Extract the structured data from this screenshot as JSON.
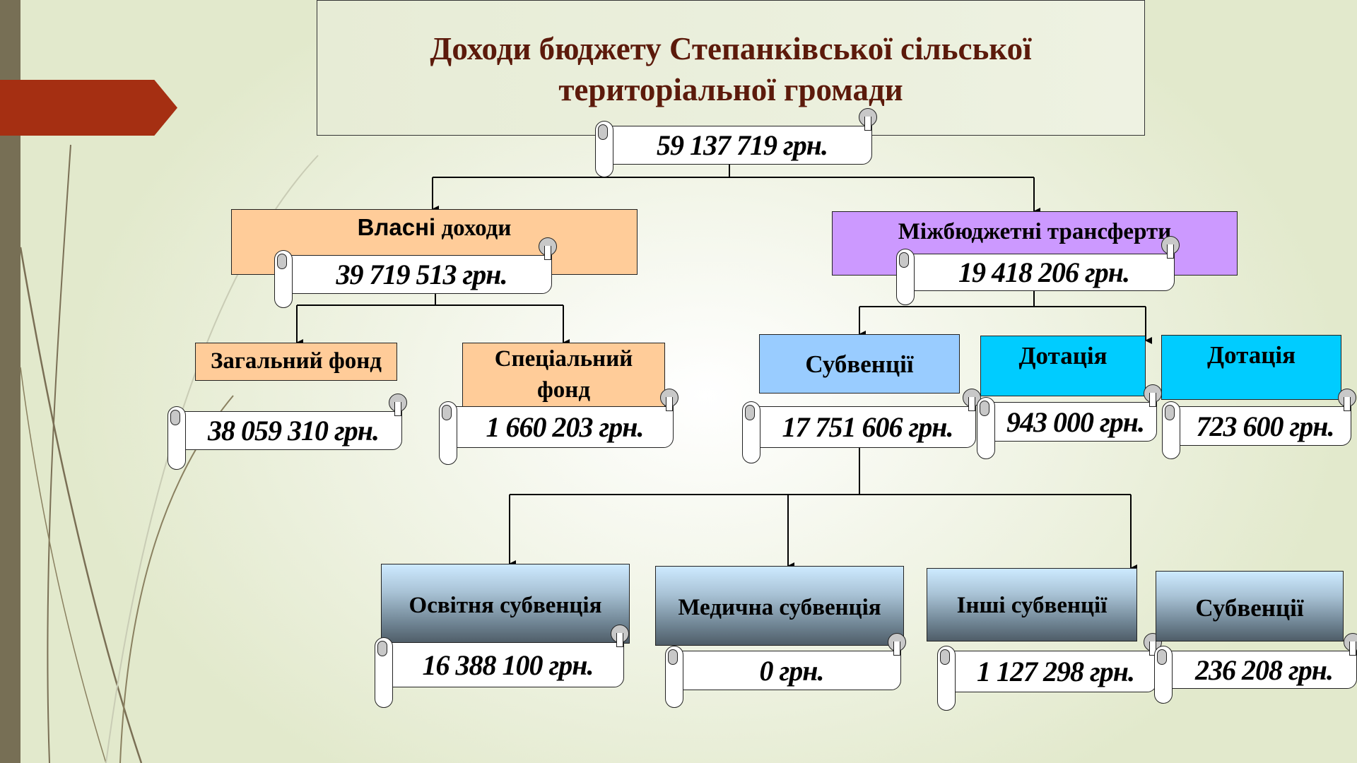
{
  "title": {
    "line1": "Доходи бюджету Степанківської сільської",
    "line2": "територіальної громади"
  },
  "total": {
    "value": "59 137 719 грн."
  },
  "own_revenue": {
    "label_part1": "Власні",
    "label_part2": "доходи",
    "value": "39 719 513 грн.",
    "general_fund": {
      "label": "Загальний фонд",
      "value": "38 059 310 грн."
    },
    "special_fund": {
      "label_line1": "Спеціальний",
      "label_line2": "фонд",
      "value": "1 660 203  грн."
    }
  },
  "transfers": {
    "label": "Міжбюджетні трансферти",
    "value": "19 418 206 грн.",
    "subventions": {
      "label": "Субвенції",
      "value": "17 751 606 грн."
    },
    "dotation_1": {
      "label": "Дотація",
      "value": "943 000  грн."
    },
    "dotation_2": {
      "label": "Дотація",
      "value": "723 600  грн."
    }
  },
  "subvention_breakdown": [
    {
      "label": "Освітня субвенція",
      "value": "16 388 100 грн."
    },
    {
      "label": "Медична субвенція",
      "value": "0 грн."
    },
    {
      "label": "Інші субвенції",
      "value": "1 127 298 грн."
    },
    {
      "label": "Субвенції",
      "value": "236 208 грн."
    }
  ],
  "colors": {
    "own": "#ffcc99",
    "transfers": "#cc99ff",
    "subventions": "#99ccff",
    "dotation": "#00ccff",
    "title_text": "#5c1a0b",
    "accent_arrow": "#a52f12"
  }
}
